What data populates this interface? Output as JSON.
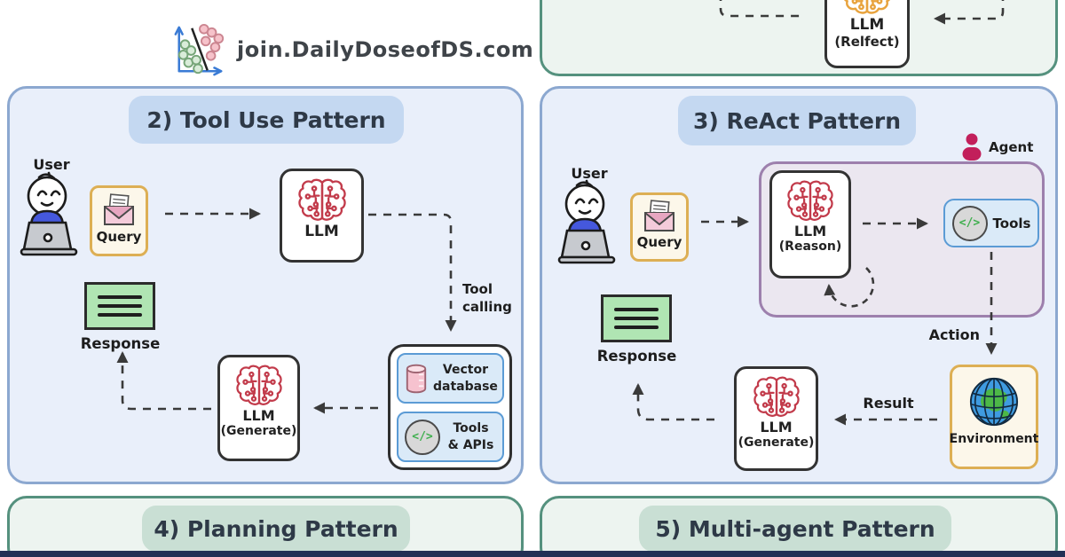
{
  "site": {
    "url_text": "join.DailyDoseofDS.com"
  },
  "reflection_panel": {
    "llm_label": "LLM",
    "llm_sublabel": "(Relfect)"
  },
  "tool_use_panel": {
    "title": "2) Tool Use Pattern",
    "user_label": "User",
    "query_label": "Query",
    "llm_label": "LLM",
    "tool_calling_label": "Tool calling",
    "vector_db_label": "Vector database",
    "tools_apis_label": "Tools & APIs",
    "llm_generate_label": "LLM",
    "llm_generate_sublabel": "(Generate)",
    "response_label": "Response"
  },
  "react_panel": {
    "title": "3) ReAct Pattern",
    "agent_label": "Agent",
    "user_label": "User",
    "query_label": "Query",
    "llm_reason_label": "LLM",
    "llm_reason_sublabel": "(Reason)",
    "tools_label": "Tools",
    "action_label": "Action",
    "environment_label": "Environment",
    "result_label": "Result",
    "llm_generate_label": "LLM",
    "llm_generate_sublabel": "(Generate)",
    "response_label": "Response"
  },
  "planning_panel": {
    "title": "4) Planning Pattern"
  },
  "multi_agent_panel": {
    "title": "5) Multi-agent Pattern"
  },
  "icons": {
    "code_glyph": "</>"
  },
  "colors": {
    "panel_blue_border": "#8ca8d0",
    "panel_blue_bg": "#e9effa",
    "pill_blue": "#c4d8f1",
    "panel_green_border": "#55917e",
    "panel_green_bg": "#edf4f0",
    "pill_green": "#c9dfd4",
    "purple_border": "#9d80ad",
    "purple_bg": "#ebe7f0",
    "orange_border": "#ddaf54",
    "cream_bg": "#fcf7ea",
    "blue_box_border": "#5b9bd5",
    "blue_box_bg": "#daeaf8",
    "brain_red": "#c23b4b",
    "brain_orange": "#e8a33d",
    "response_green": "#b0e5b3",
    "agent_pink": "#c21f5b",
    "arrow": "#3a3a3a",
    "bottom_bar": "#223055"
  }
}
